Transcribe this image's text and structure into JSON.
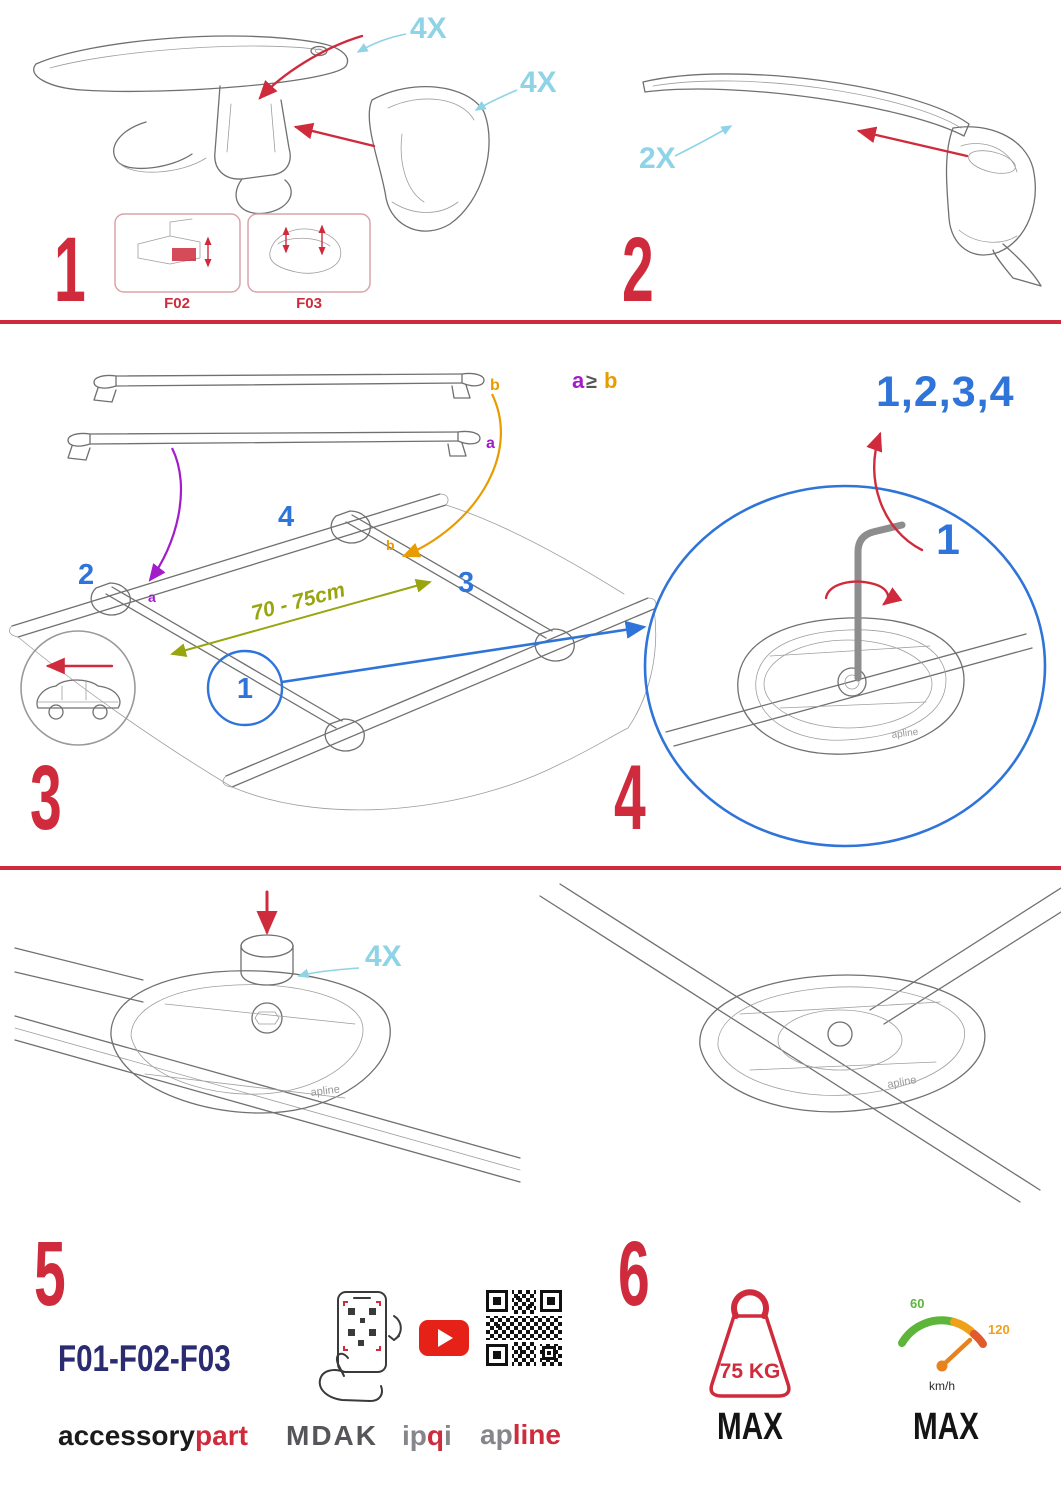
{
  "colors": {
    "red": "#cf2b3c",
    "cyan": "#8fd3e6",
    "blue": "#2e74d9",
    "purple": "#a21ccc",
    "orange": "#e89c00",
    "olive": "#98a50f",
    "navy": "#2b2b72"
  },
  "steps": {
    "s1": {
      "num": "1",
      "qty_top": "4X",
      "qty_side": "4X",
      "inset1_label": "F02",
      "inset2_label": "F03"
    },
    "s2": {
      "num": "2",
      "qty": "2X"
    },
    "s3": {
      "num": "3",
      "bar_label_b": "b",
      "bar_label_a": "a",
      "cmp_a": "a",
      "cmp_sign": "≥",
      "cmp_b": "b",
      "pos2": "2",
      "pos4": "4",
      "pos3": "3",
      "pos1": "1",
      "roof_a": "a",
      "roof_b": "b",
      "distance": "70 - 75cm"
    },
    "s4": {
      "num": "4",
      "sequence": "1,2,3,4",
      "pos1": "1"
    },
    "s5": {
      "num": "5",
      "qty": "4X"
    },
    "s6": {
      "num": "6"
    }
  },
  "artwork": {
    "brand": "apline"
  },
  "footer": {
    "codes": "F01-F02-F03",
    "accessory": "accessory",
    "part": "part",
    "mdak": "MDAK",
    "ipqi_1": "ip",
    "ipqi_q": "q",
    "ipqi_2": "i",
    "apline_1": "ap",
    "apline_2": "line",
    "weight": "75 KG",
    "weight_max": "MAX",
    "speed_low": "60",
    "speed_high": "120",
    "speed_unit": "km/h",
    "speed_max": "MAX"
  }
}
